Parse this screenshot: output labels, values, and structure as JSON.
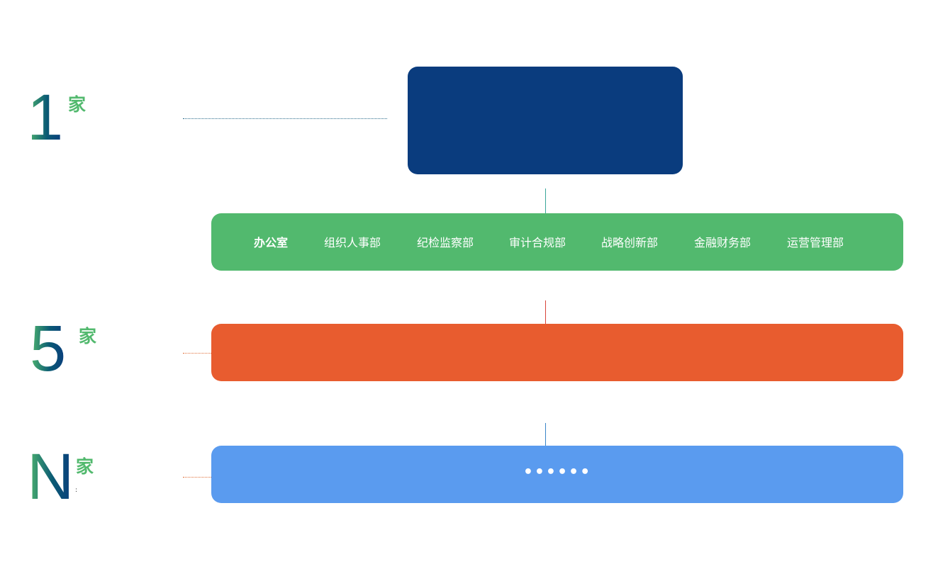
{
  "tiers": [
    {
      "number": "1",
      "unit": "家"
    },
    {
      "number": "5",
      "unit": "家"
    },
    {
      "number": "N",
      "unit": "家"
    }
  ],
  "departments": [
    "办公室",
    "组织人事部",
    "纪检监察部",
    "审计合规部",
    "战略创新部",
    "金融财务部",
    "运营管理部"
  ],
  "bottom_box_text": "••••••",
  "small_mark": ":",
  "colors": {
    "top_box": "#0a3c7e",
    "dept_bar": "#52b96e",
    "orange_bar": "#e85c2f",
    "blue_bar": "#5a9bef",
    "accent_green": "#52b96e",
    "dotline_blue": "#2a6b8c",
    "dotline_orange": "#e0703a",
    "connector_teal": "#3aa79a",
    "connector_red": "#d8443a",
    "connector_blue": "#3a86c8"
  }
}
